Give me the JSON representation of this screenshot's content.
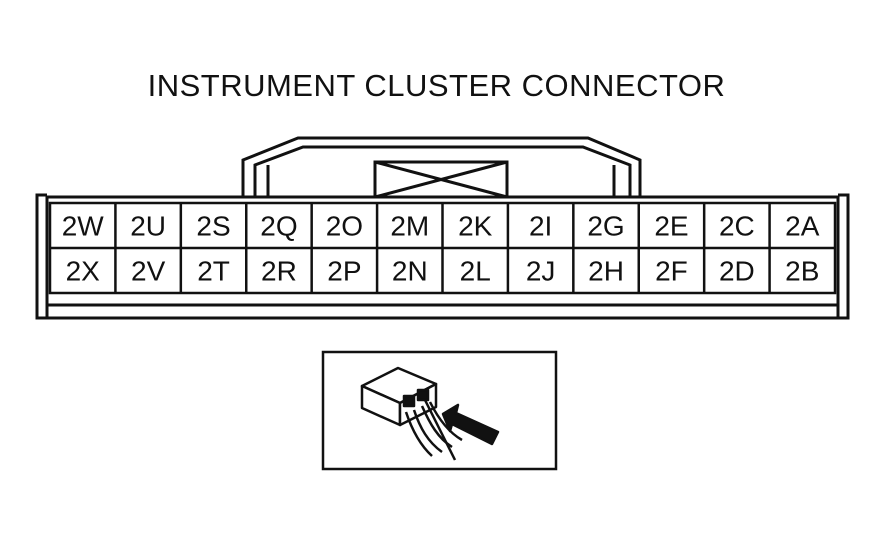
{
  "title": "INSTRUMENT CLUSTER CONNECTOR",
  "connector": {
    "top_row": [
      "2W",
      "2U",
      "2S",
      "2Q",
      "2O",
      "2M",
      "2K",
      "2I",
      "2G",
      "2E",
      "2C",
      "2A"
    ],
    "bottom_row": [
      "2X",
      "2V",
      "2T",
      "2R",
      "2P",
      "2N",
      "2L",
      "2J",
      "2H",
      "2F",
      "2D",
      "2B"
    ]
  },
  "inset": {
    "icon": "connector-backprobe-icon"
  },
  "colors": {
    "line": "#111111",
    "background": "#ffffff"
  }
}
